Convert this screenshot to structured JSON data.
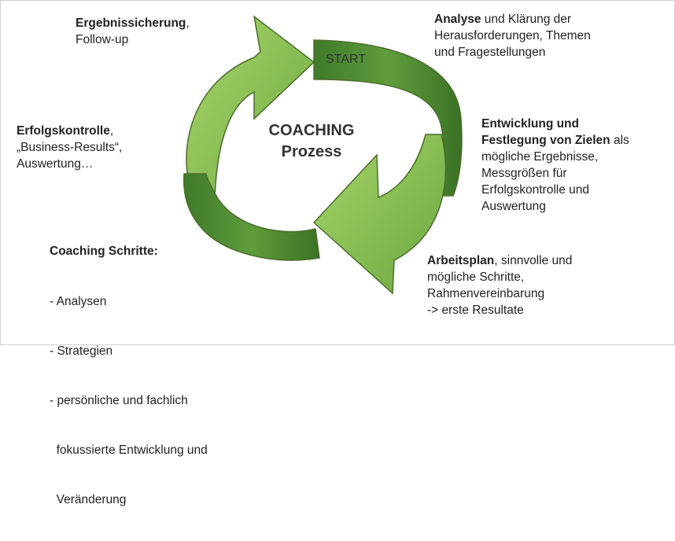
{
  "center": {
    "line1": "COACHING",
    "line2": "Prozess"
  },
  "start_label": "START",
  "blocks": {
    "top_left": {
      "bold": "Ergebnissicherung",
      "rest": ",",
      "line2": "Follow-up"
    },
    "top_right": {
      "bold": "Analyse",
      "rest": " und Klärung der",
      "line2": "Herausforderungen, Themen",
      "line3": "und Fragestellungen"
    },
    "mid_left": {
      "bold": "Erfolgskontrolle",
      "rest": ",",
      "line2": "„Business-Results“,",
      "line3": "Auswertung…"
    },
    "mid_right": {
      "bold1": "Entwicklung und",
      "bold2": "Festlegung von Zielen",
      "rest2": " als",
      "line3": "mögliche Ergebnisse,",
      "line4": "Messgrößen für",
      "line5": "Erfolgskontrolle und",
      "line6": "Auswertung"
    },
    "bottom_left": {
      "heading": "Coaching Schritte:",
      "items": [
        "- Analysen",
        "- Strategien",
        "- persönliche und fachlich",
        "  fokussierte Entwicklung und",
        "  Veränderung"
      ]
    },
    "bottom_right": {
      "bold": "Arbeitsplan",
      "rest": ", sinnvolle und",
      "line2": "mögliche Schritte,",
      "line3": "Rahmenvereinbarung",
      "line4": "-> erste Resultate"
    }
  },
  "colors": {
    "green_light": "#8cc152",
    "green_mid": "#5e9e3a",
    "green_dark": "#3e7a2a",
    "outline": "#4b6e2c"
  }
}
